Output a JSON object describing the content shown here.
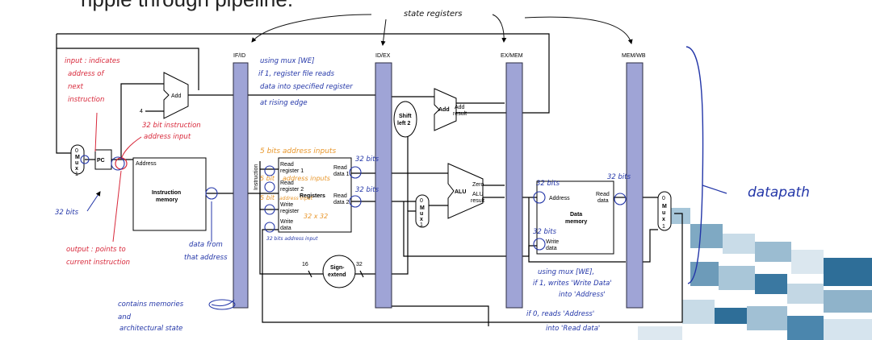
{
  "heading": "ripple through pipeline.",
  "colors": {
    "pipeline_register": "#9fa4d6",
    "annotation_blue": "#2336a8",
    "annotation_red": "#d8283a",
    "annotation_orange": "#e8962a",
    "decor_blue": "#2e6e98"
  },
  "pipeline_registers": [
    "IF/ID",
    "ID/EX",
    "EX/MEM",
    "MEM/WB"
  ],
  "blocks": {
    "add_label": "Add",
    "four": "4",
    "pc": "PC",
    "mux_letters": [
      "M",
      "u",
      "x"
    ],
    "mux_zero": "0",
    "mux_one": "1",
    "address": "Address",
    "instruction_memory": [
      "Instruction",
      "memory"
    ],
    "instruction_vertical": "Instruction",
    "read_register_1": [
      "Read",
      "register 1"
    ],
    "read_register_2": [
      "Read",
      "register 2"
    ],
    "write_register": [
      "Write",
      "register"
    ],
    "write_data": [
      "Write",
      "data"
    ],
    "read_data_1": [
      "Read",
      "data 1"
    ],
    "read_data_2": [
      "Read",
      "data 2"
    ],
    "registers": "Registers",
    "shift_left": [
      "Shift",
      "left 2"
    ],
    "add_result": [
      "Add",
      "result"
    ],
    "alu": "ALU",
    "alu_outputs": [
      "Zero",
      "ALU",
      "result"
    ],
    "dm_address": "Address",
    "dm_read_data": [
      "Read",
      "data"
    ],
    "data_memory": [
      "Data",
      "memory"
    ],
    "dm_write_data": [
      "Write",
      "data"
    ],
    "sign_extend": [
      "Sign-",
      "extend"
    ],
    "bus_16": "16",
    "bus_32": "32"
  },
  "annotations": {
    "state_registers": "state registers",
    "datapath": "datapath",
    "input_note": [
      "input : indicates",
      "address of",
      "next",
      "instruction"
    ],
    "output_note": [
      "output : points to",
      "current instruction"
    ],
    "bits_32_left": "32 bits",
    "addr_input_32": [
      "32 bit instruction",
      "address input"
    ],
    "five_bit_inputs": "5 bits address inputs",
    "five_bit_a": "5 bit",
    "five_bit_b": "5 bit",
    "address_input_orange": "address input",
    "address_input_orange_b": "address inputs",
    "mux_we_note": [
      "using mux [WE]",
      "if 1, register file reads",
      "data into specified register",
      "at rising edge"
    ],
    "data_from": [
      "data from",
      "that address"
    ],
    "contains": [
      "contains memories",
      "and",
      "architectural state"
    ],
    "bits_32": "32 bits",
    "reg_count": "32 x 32",
    "addr_32_blue": "32 bits address input",
    "mux_we_write": [
      "using mux [WE],",
      "if 1, writes 'Write Data'",
      "into 'Address'"
    ],
    "mux_we_read": [
      "if 0, reads 'Address'",
      "into 'Read data'"
    ]
  }
}
